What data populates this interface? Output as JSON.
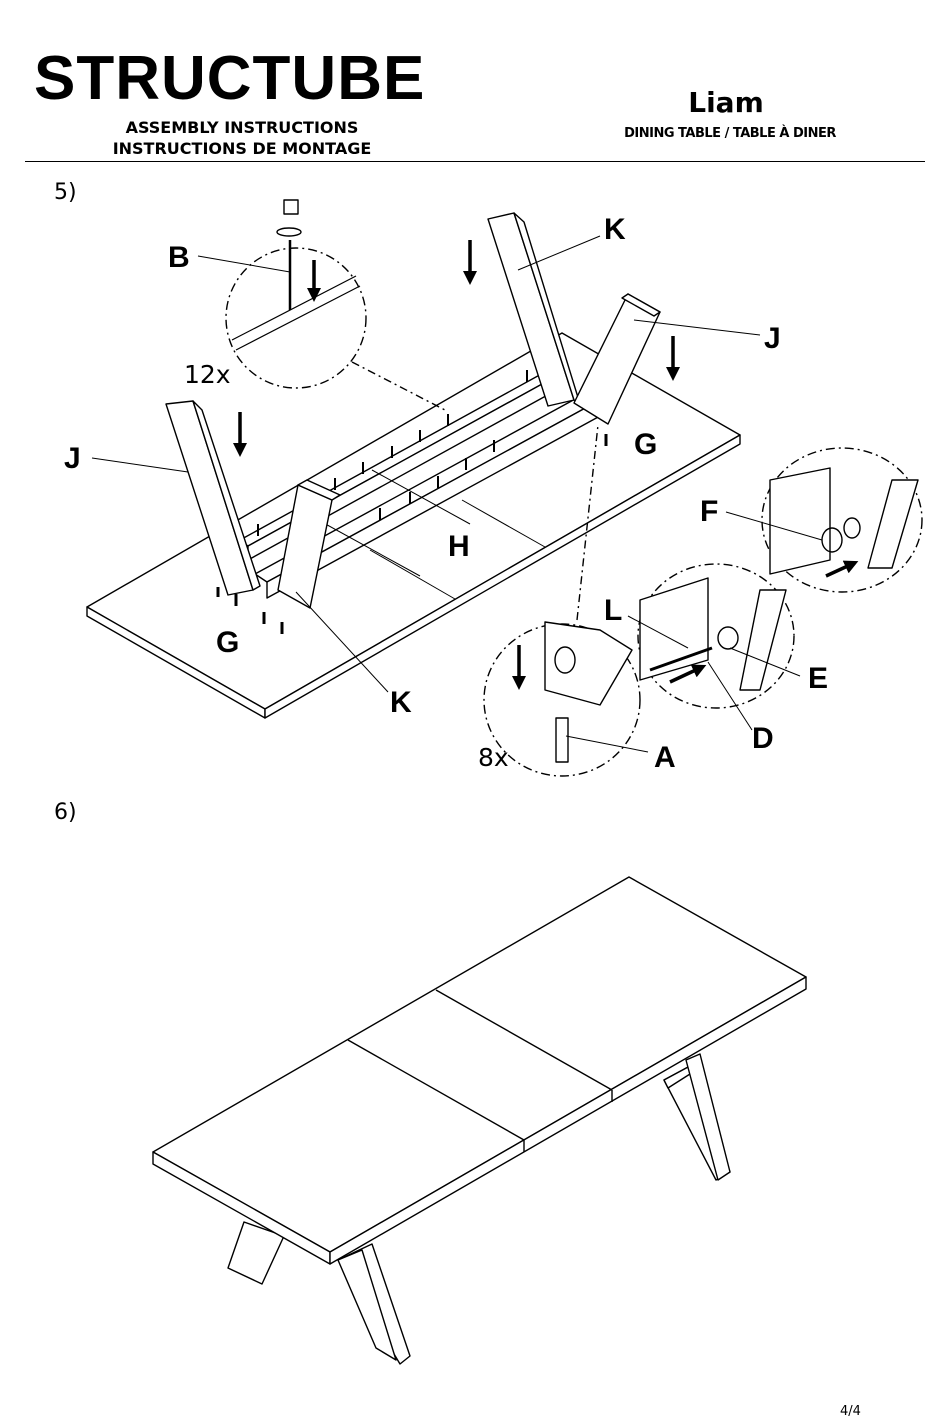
{
  "header": {
    "brand": "STRUCTUBE",
    "subtitle_en": "ASSEMBLY INSTRUCTIONS",
    "subtitle_fr": "INSTRUCTIONS DE MONTAGE",
    "product_name": "Liam",
    "product_type": "DINING TABLE / TABLE À DINER"
  },
  "steps": [
    {
      "number": "5)",
      "parts": {
        "A": "A",
        "B": "B",
        "D": "D",
        "E": "E",
        "F": "F",
        "G_left": "G",
        "G_right": "G",
        "H": "H",
        "J_left": "J",
        "J_right": "J",
        "K_top": "K",
        "K_bottom": "K",
        "L": "L"
      },
      "quantities": {
        "screws_B": "12x",
        "bolts_A": "8x"
      }
    },
    {
      "number": "6)"
    }
  ],
  "footer": {
    "page": "4/4"
  }
}
